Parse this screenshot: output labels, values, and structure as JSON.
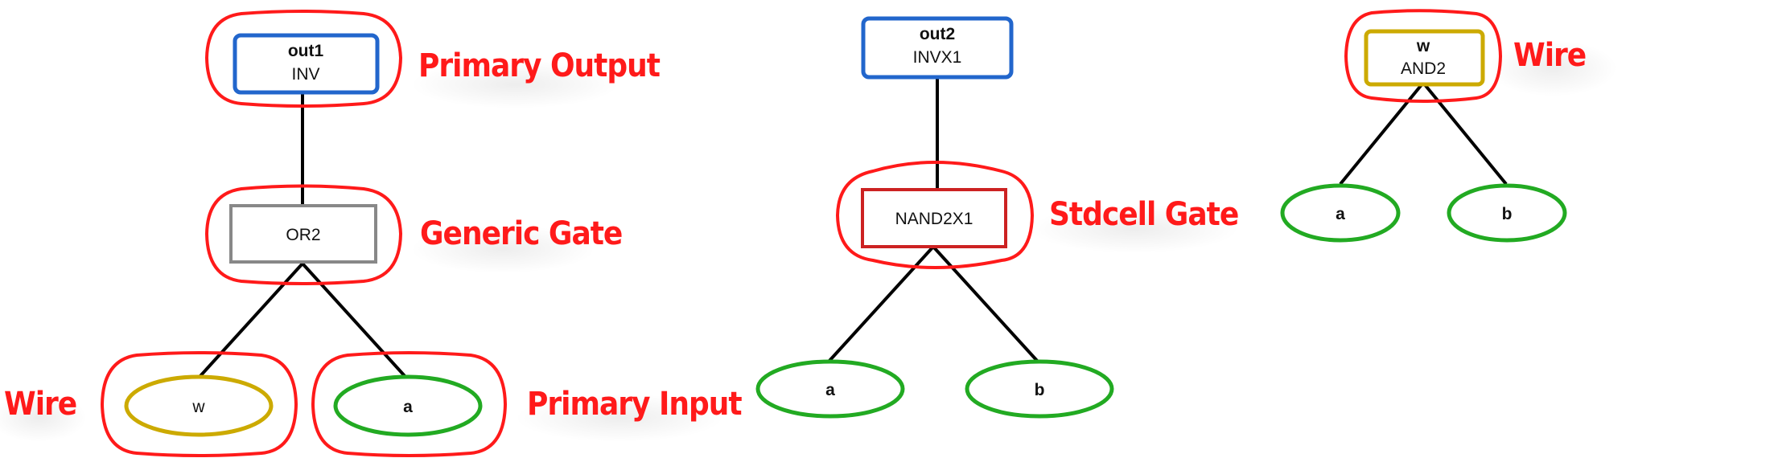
{
  "colors": {
    "primary_output": "#2266cc",
    "generic_gate": "#888888",
    "stdcell_gate": "#cc2222",
    "wire": "#ccaa00",
    "primary_input": "#22aa22",
    "annotation": "#ff1a1a",
    "edge": "#000000"
  },
  "tree1": {
    "root": {
      "name": "out1",
      "gate": "INV",
      "kind": "primary_output"
    },
    "gate": {
      "gate": "OR2",
      "kind": "generic_gate"
    },
    "leaves": [
      {
        "name": "w",
        "kind": "wire"
      },
      {
        "name": "a",
        "kind": "primary_input"
      }
    ],
    "annotations": {
      "root": "Primary Output",
      "gate": "Generic Gate",
      "left_leaf": "Wire",
      "right_leaf": "Primary Input"
    }
  },
  "tree2": {
    "root": {
      "name": "out2",
      "gate": "INVX1",
      "kind": "primary_output"
    },
    "gate": {
      "gate": "NAND2X1",
      "kind": "stdcell_gate"
    },
    "leaves": [
      {
        "name": "a",
        "kind": "primary_input"
      },
      {
        "name": "b",
        "kind": "primary_input"
      }
    ],
    "annotations": {
      "gate": "Stdcell Gate"
    }
  },
  "tree3": {
    "root": {
      "name": "w",
      "gate": "AND2",
      "kind": "wire"
    },
    "leaves": [
      {
        "name": "a",
        "kind": "primary_input"
      },
      {
        "name": "b",
        "kind": "primary_input"
      }
    ],
    "annotations": {
      "root": "Wire"
    }
  }
}
